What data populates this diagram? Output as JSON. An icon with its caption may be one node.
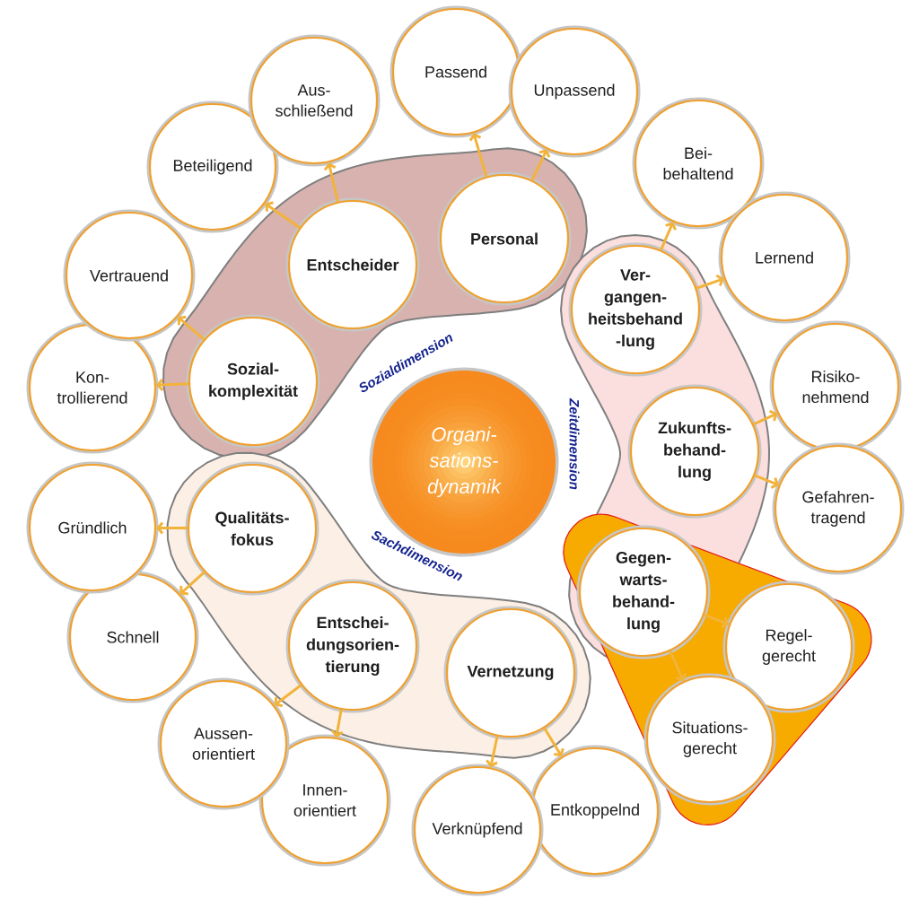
{
  "diagram": {
    "nodes": [
      {
        "text": [
          "Organi- sations- dynamik"
        ]
      },
      {
        "text": [
          "Sozialdimension"
        ]
      },
      {
        "text": [
          "Sozial- komplexität"
        ],
        "in": 1
      },
      {
        "text": [
          "Entscheider"
        ],
        "in": 1
      },
      {
        "text": [
          "Personal"
        ],
        "in": 1
      },
      {
        "text": [
          "Zeitdimension"
        ]
      },
      {
        "text": [
          "Ver- gangen- heitsbehand -lung"
        ],
        "in": 5
      },
      {
        "text": [
          "Zukunfts- behand- lung"
        ],
        "in": 5
      },
      {
        "text": [
          "Gegen- warts- behand- lung"
        ]
      },
      {
        "text": [],
        "shape": "triangle"
      },
      {
        "text": [
          "Regel- gerecht"
        ],
        "in": 9
      },
      {
        "text": [
          "Situations- gerecht"
        ],
        "in": 9
      },
      {
        "text": [
          "Sachdimension"
        ]
      },
      {
        "text": [
          "Qualitäts- fokus"
        ],
        "in": 12
      },
      {
        "text": [
          "Entschei- dungsorien- tierung"
        ],
        "in": 12
      },
      {
        "text": [
          "Vernetzung"
        ],
        "in": 12
      },
      {
        "text": [
          "Kon- trollierend"
        ]
      },
      {
        "text": [
          "Vertrauend"
        ]
      },
      {
        "text": [
          "Beteiligend"
        ]
      },
      {
        "text": [
          "Aus- schließend"
        ]
      },
      {
        "text": [
          "Passend"
        ]
      },
      {
        "text": [
          "Unpassend"
        ]
      },
      {
        "text": [
          "Bei- behaltend"
        ]
      },
      {
        "text": [
          "Lernend"
        ]
      },
      {
        "text": [
          "Risiko- nehmend"
        ]
      },
      {
        "text": [
          "Gefahren- tragend"
        ]
      },
      {
        "text": [
          "Entkoppelnd"
        ]
      },
      {
        "text": [
          "Verknüpfend"
        ]
      },
      {
        "text": [
          "Innen- orientiert"
        ]
      },
      {
        "text": [
          "Aussen- orientiert"
        ]
      },
      {
        "text": [
          "Schnell"
        ]
      },
      {
        "text": [
          "Gründlich"
        ]
      }
    ],
    "edges": [
      {
        "from": 2,
        "to": 17,
        "arrow": "to"
      },
      {
        "from": 2,
        "to": 16,
        "arrow": "to"
      },
      {
        "from": 3,
        "to": 18,
        "arrow": "to"
      },
      {
        "from": 3,
        "to": 19,
        "arrow": "to"
      },
      {
        "from": 4,
        "to": 20,
        "arrow": "to"
      },
      {
        "from": 4,
        "to": 21,
        "arrow": "to"
      },
      {
        "from": 6,
        "to": 22,
        "arrow": "to"
      },
      {
        "from": 6,
        "to": 23,
        "arrow": "to"
      },
      {
        "from": 7,
        "to": 24,
        "arrow": "to"
      },
      {
        "from": 7,
        "to": 25,
        "arrow": "to"
      },
      {
        "from": 8,
        "to": 10,
        "arrow": "to"
      },
      {
        "from": 8,
        "to": 11,
        "arrow": "to"
      },
      {
        "from": 15,
        "to": 27,
        "arrow": "to"
      },
      {
        "from": 15,
        "to": 26,
        "arrow": "to"
      },
      {
        "from": 14,
        "to": 29,
        "arrow": "to"
      },
      {
        "from": 14,
        "to": 28,
        "arrow": "to"
      },
      {
        "from": 13,
        "to": 31,
        "arrow": "to"
      },
      {
        "from": 13,
        "to": 30,
        "arrow": "to"
      }
    ]
  }
}
